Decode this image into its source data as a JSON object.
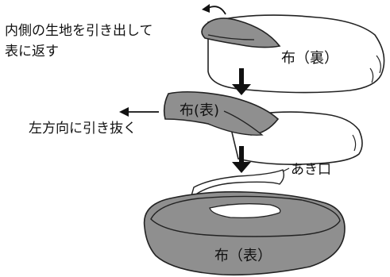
{
  "diagram": {
    "step1": {
      "instruction_line1": "内側の生地を引き出して",
      "instruction_line2": "表に返す",
      "fabric_label": "布（裏）"
    },
    "step2": {
      "instruction": "左方向に引き抜く",
      "fabric_label": "布(表)"
    },
    "step3": {
      "opening_label": "あき口",
      "fabric_label": "布（表）"
    },
    "colors": {
      "fabric_outside": "#8f8f8f",
      "fabric_inside": "#ffffff",
      "outline": "#222222",
      "arrow": "#111111"
    }
  }
}
